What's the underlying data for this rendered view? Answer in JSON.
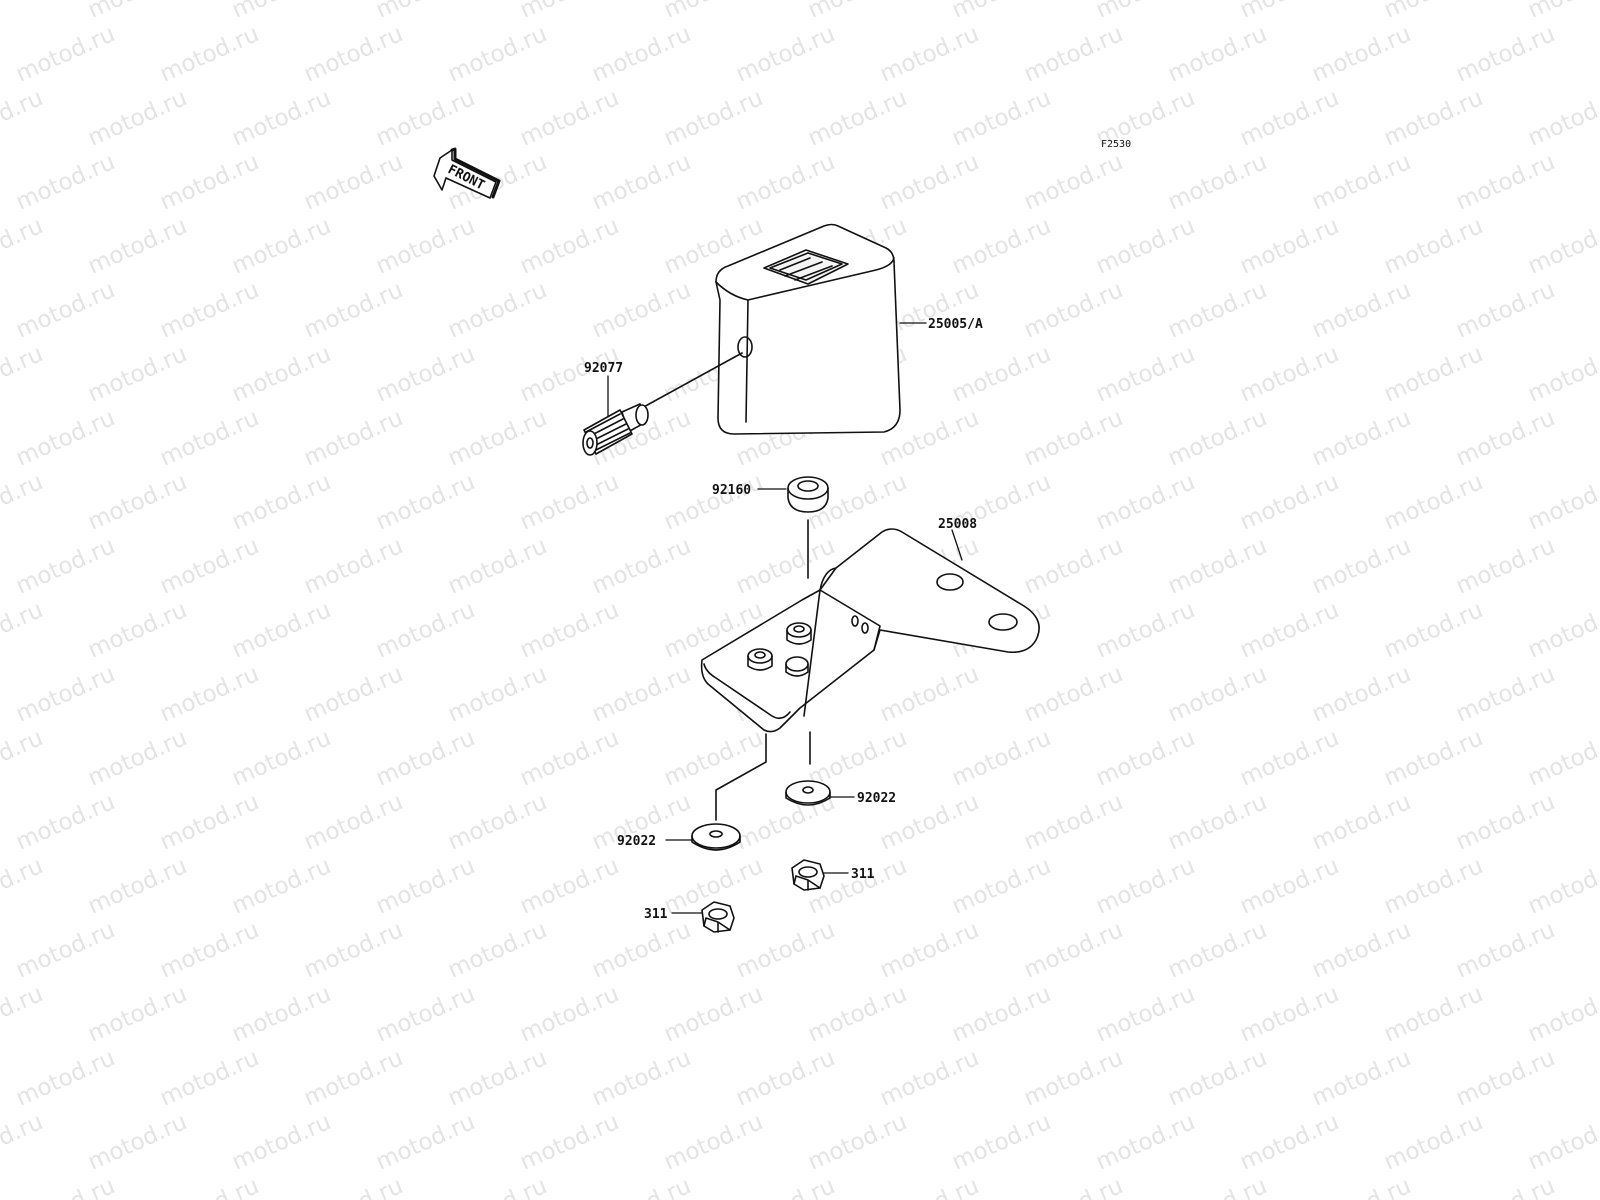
{
  "figure_code": "F2530",
  "front_arrow": {
    "label": "FRONT",
    "icon": "front-direction-arrow-icon"
  },
  "watermark_text": "motod.ru",
  "colors": {
    "line": "#111111",
    "watermark": "#e4e4e4",
    "background": "#ffffff"
  },
  "parts": {
    "meter_case": {
      "number": "25005/A"
    },
    "drive_gear": {
      "number": "92077"
    },
    "damper_top": {
      "number": "92160"
    },
    "bracket": {
      "number": "25008"
    },
    "washer_right": {
      "number": "92022"
    },
    "washer_left": {
      "number": "92022"
    },
    "nut_right": {
      "number": "311"
    },
    "nut_left": {
      "number": "311"
    }
  }
}
